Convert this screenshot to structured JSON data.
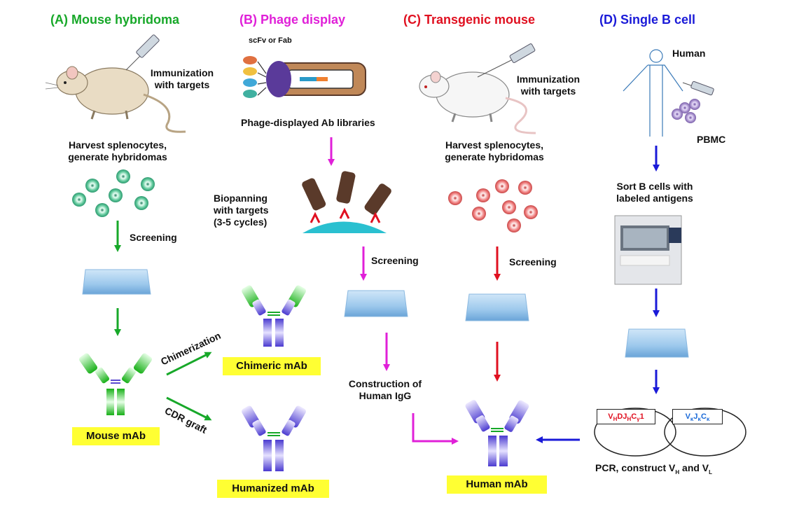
{
  "titles": {
    "a": "(A) Mouse hybridoma",
    "b": "(B) Phage display",
    "c": "(C) Transgenic mouse",
    "d": "(D) Single B cell"
  },
  "colors": {
    "green": "#17a829",
    "magenta": "#e020d8",
    "red": "#e01020",
    "blue": "#1a1ad8",
    "highlight": "#ffff33"
  },
  "col_a": {
    "immunization": "Immunization\nwith targets",
    "harvest": "Harvest splenocytes,\ngenerate hybridomas",
    "screening": "Screening",
    "mouse_mab": "Mouse mAb",
    "chimerization": "Chimerization",
    "cdr_graft": "CDR graft",
    "chimeric_mab": "Chimeric mAb",
    "humanized_mab": "Humanized mAb"
  },
  "col_b": {
    "scfv": "scFv or Fab",
    "libraries": "Phage-displayed Ab libraries",
    "biopanning": "Biopanning\nwith targets\n(3-5 cycles)",
    "screening": "Screening",
    "construction": "Construction of\nHuman IgG"
  },
  "col_c": {
    "immunization": "Immunization\nwith targets",
    "harvest": "Harvest splenocytes,\ngenerate hybridomas",
    "screening": "Screening",
    "human_mab": "Human mAb"
  },
  "col_d": {
    "human": "Human",
    "pbmc": "PBMC",
    "sort": "Sort B cells with\nlabeled antigens",
    "pcr_prefix": "PCR, construct V",
    "pcr_mid": " and V",
    "sub_h": "H",
    "sub_l": "L",
    "heavy_gene": "VHDJHCγ1",
    "light_gene": "VκJκCκ"
  }
}
